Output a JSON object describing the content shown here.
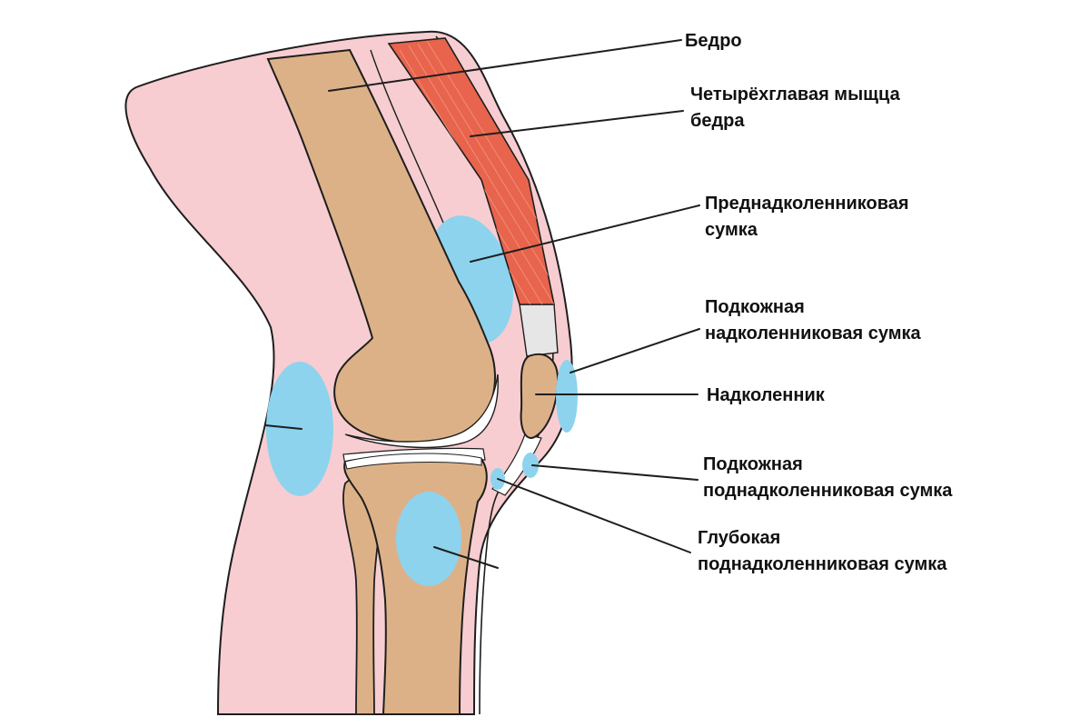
{
  "colors": {
    "skin": "#f7cdd1",
    "bone": "#ddb187",
    "muscle": "#e8644c",
    "muscle_stripe": "#f09a88",
    "bursa": "#8dd3ee",
    "cartilage": "#ffffff",
    "tendon": "#e6e6e6",
    "outline": "#1e1e1e",
    "leader": "#1e1e1e"
  },
  "labels": {
    "femur": [
      "Бедро"
    ],
    "quadriceps": [
      "Четырёхглавая мыщца",
      "бедра"
    ],
    "prepatellar_bursa": [
      "Преднадколенниковая",
      "сумка"
    ],
    "subcutaneous_prepatellar_bursa": [
      "Подкожная",
      "надколенниковая сумка"
    ],
    "patella": [
      "Надколенник"
    ],
    "subcutaneous_infrapatellar_bursa": [
      "Подкожная",
      "поднадколенниковая сумка"
    ],
    "deep_infrapatellar_bursa": [
      "Глубокая",
      "поднадколенниковая сумка"
    ]
  }
}
